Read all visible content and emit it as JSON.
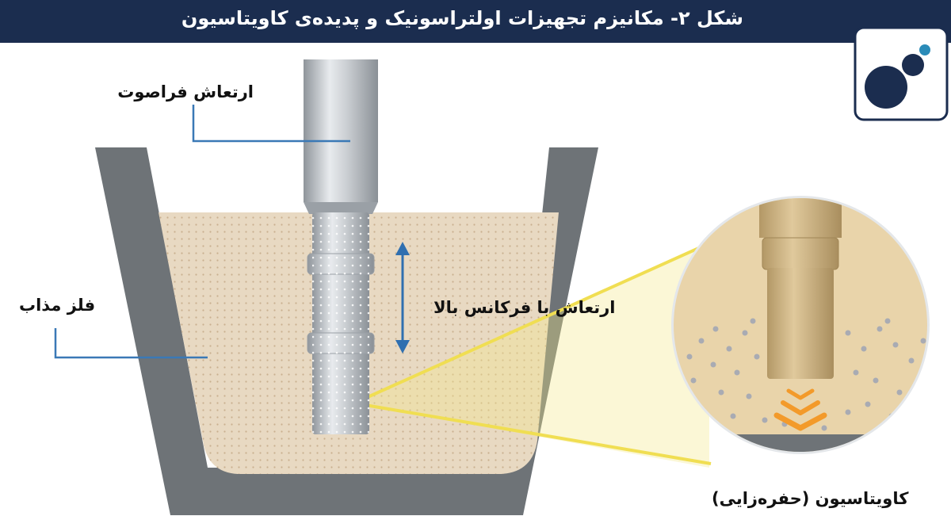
{
  "header": {
    "title": "شکل ۲- مکانیزم تجهیزات اولتراسونیک و پدیده‌ی کاویتاسیون",
    "background_color": "#1b2d4f",
    "text_color": "#ffffff"
  },
  "logo": {
    "icon": "three-circles-logo-icon",
    "primary_color": "#1b2d4f",
    "secondary_color": "#2a8bb8"
  },
  "labels": {
    "ultrasonic_vibration": "ارتعاش فراصوت",
    "molten_metal": "فلز مذاب",
    "high_frequency_vibration": "ارتعاش با فرکانس بالا",
    "cavitation": "کاویتاسیون (حفره‌زایی)"
  },
  "colors": {
    "crucible": "#6e7377",
    "melt": "#e8d9c2",
    "probe": "#c4c8cc",
    "leader_line": "#3a79b6",
    "arrow": "#2f6fb0",
    "zoom_beam": "#f3e88a",
    "cavitation_chevrons": "#f39a2a",
    "inset_bg": "#e9d4aa",
    "inset_probe": "#d3b98a"
  }
}
